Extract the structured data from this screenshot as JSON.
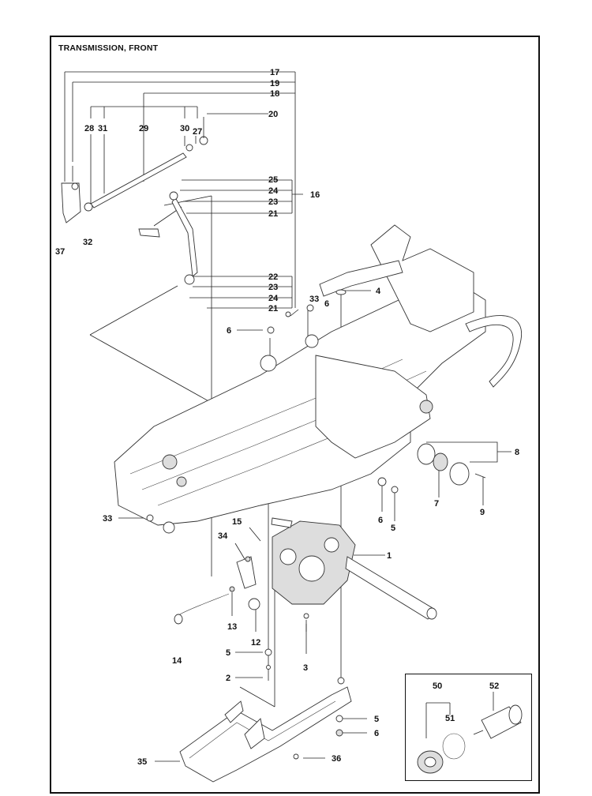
{
  "title": "TRANSMISSION, FRONT",
  "callouts": [
    "17",
    "19",
    "18",
    "28",
    "31",
    "29",
    "30",
    "27",
    "20",
    "25",
    "24",
    "23",
    "21",
    "16",
    "37",
    "32",
    "22",
    "23",
    "24",
    "21",
    "33",
    "6",
    "4",
    "6",
    "8",
    "7",
    "9",
    "6",
    "5",
    "33",
    "15",
    "34",
    "1",
    "13",
    "12",
    "14",
    "5",
    "3",
    "2",
    "5",
    "6",
    "35",
    "36",
    "50",
    "51",
    "52"
  ]
}
